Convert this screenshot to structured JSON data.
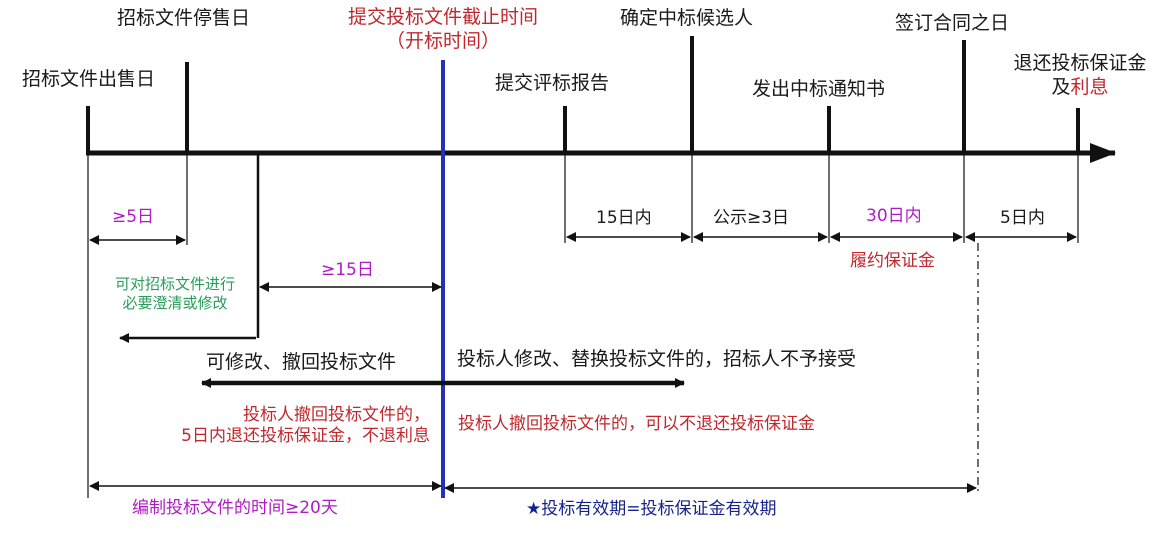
{
  "milestones": {
    "sale_start": "招标文件出售日",
    "sale_stop": "招标文件停售日",
    "deadline_line1": "提交投标文件截止时间",
    "deadline_line2": "（开标时间）",
    "eval_report": "提交评标报告",
    "candidate": "确定中标候选人",
    "notice": "发出中标通知书",
    "contract": "签订合同之日",
    "refund_line1": "退还投标保证金",
    "refund_line2_a": "及",
    "refund_line2_b": "利息"
  },
  "intervals": {
    "sale_min": "≥5日",
    "eval_within": "15日内",
    "publicity": "公示≥3日",
    "sign_within": "30日内",
    "perf_bond": "履约保证金",
    "refund_within": "5日内",
    "clarify_line1": "可对招标文件进行",
    "clarify_line2": "必要澄清或修改",
    "clarify_min": "≥15日",
    "can_modify": "可修改、撤回投标文件",
    "no_accept": "投标人修改、替换投标文件的，招标人不予接受",
    "withdraw_before_line1": "投标人撤回投标文件的，",
    "withdraw_before_line2": "5日内退还投标保证金，不退利息",
    "withdraw_after": "投标人撤回投标文件的，可以不退还投标保证金",
    "prep_time": "编制投标文件的时间≥20天",
    "validity": "★投标有效期=投标保证金有效期"
  },
  "colors": {
    "axis": "#111111",
    "deadline_line": "#2430b8",
    "red": "#c0282d",
    "magenta": "#b01cc4",
    "green": "#2a9d5a",
    "navy": "#17238c"
  }
}
